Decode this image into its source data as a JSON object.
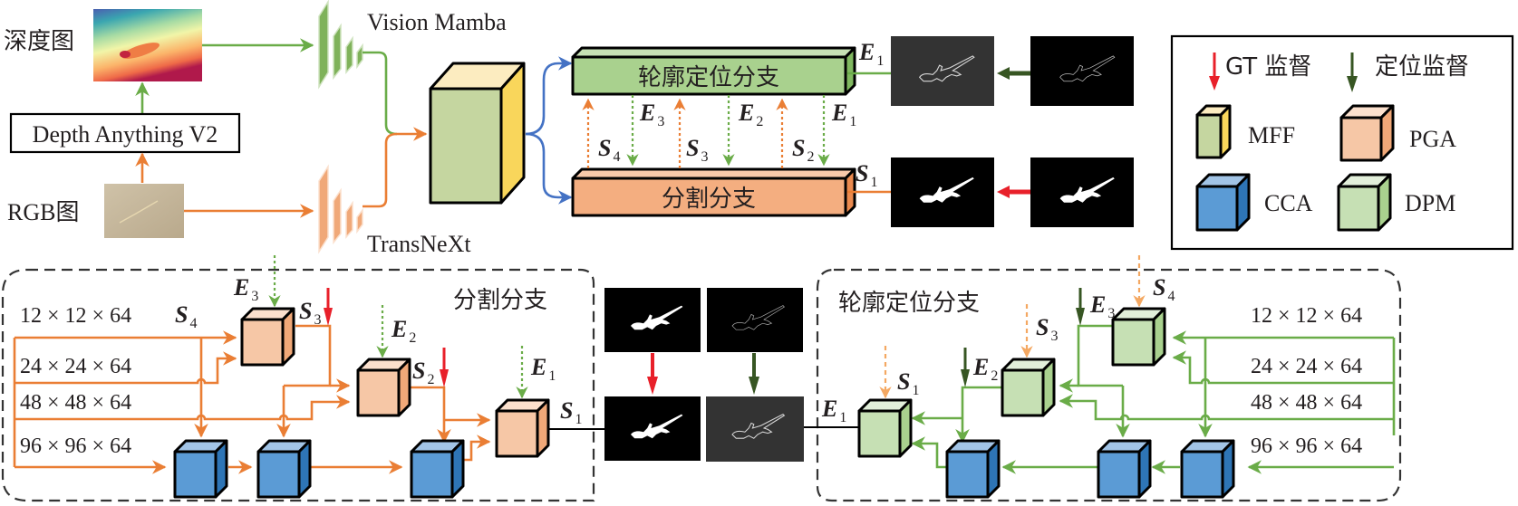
{
  "colors": {
    "orange": "#ea7e34",
    "light_orange": "#f4a862",
    "green": "#6aac48",
    "dark_green": "#375623",
    "red": "#e8202a",
    "blue": "#4472c4",
    "mff_front": "#c5d6a0",
    "mff_side": "#f9d65b",
    "pga_front": "#f6c7a6",
    "cca_front": "#5b9bd5",
    "dpm_front": "#c6e0b4"
  },
  "inputs": {
    "depth_label": "深度图",
    "rgb_label": "RGB图",
    "depth_model": "Depth Anything V2"
  },
  "backbones": {
    "vision_mamba": "Vision Mamba",
    "transnext": "TransNeXt"
  },
  "branches": {
    "contour": "轮廓定位分支",
    "segment": "分割分支"
  },
  "symbols": {
    "E": "E",
    "S": "S",
    "sub1": "1",
    "sub2": "2",
    "sub3": "3",
    "sub4": "4"
  },
  "legend": {
    "gt": "GT 监督",
    "loc": "定位监督",
    "mff": "MFF",
    "pga": "PGA",
    "cca": "CCA",
    "dpm": "DPM"
  },
  "dims": [
    "12 × 12 × 64",
    "24 × 24 × 64",
    "48 × 48 × 64",
    "96 × 96 × 64"
  ],
  "panels": {
    "seg_title": "分割分支",
    "contour_title": "轮廓定位分支"
  }
}
